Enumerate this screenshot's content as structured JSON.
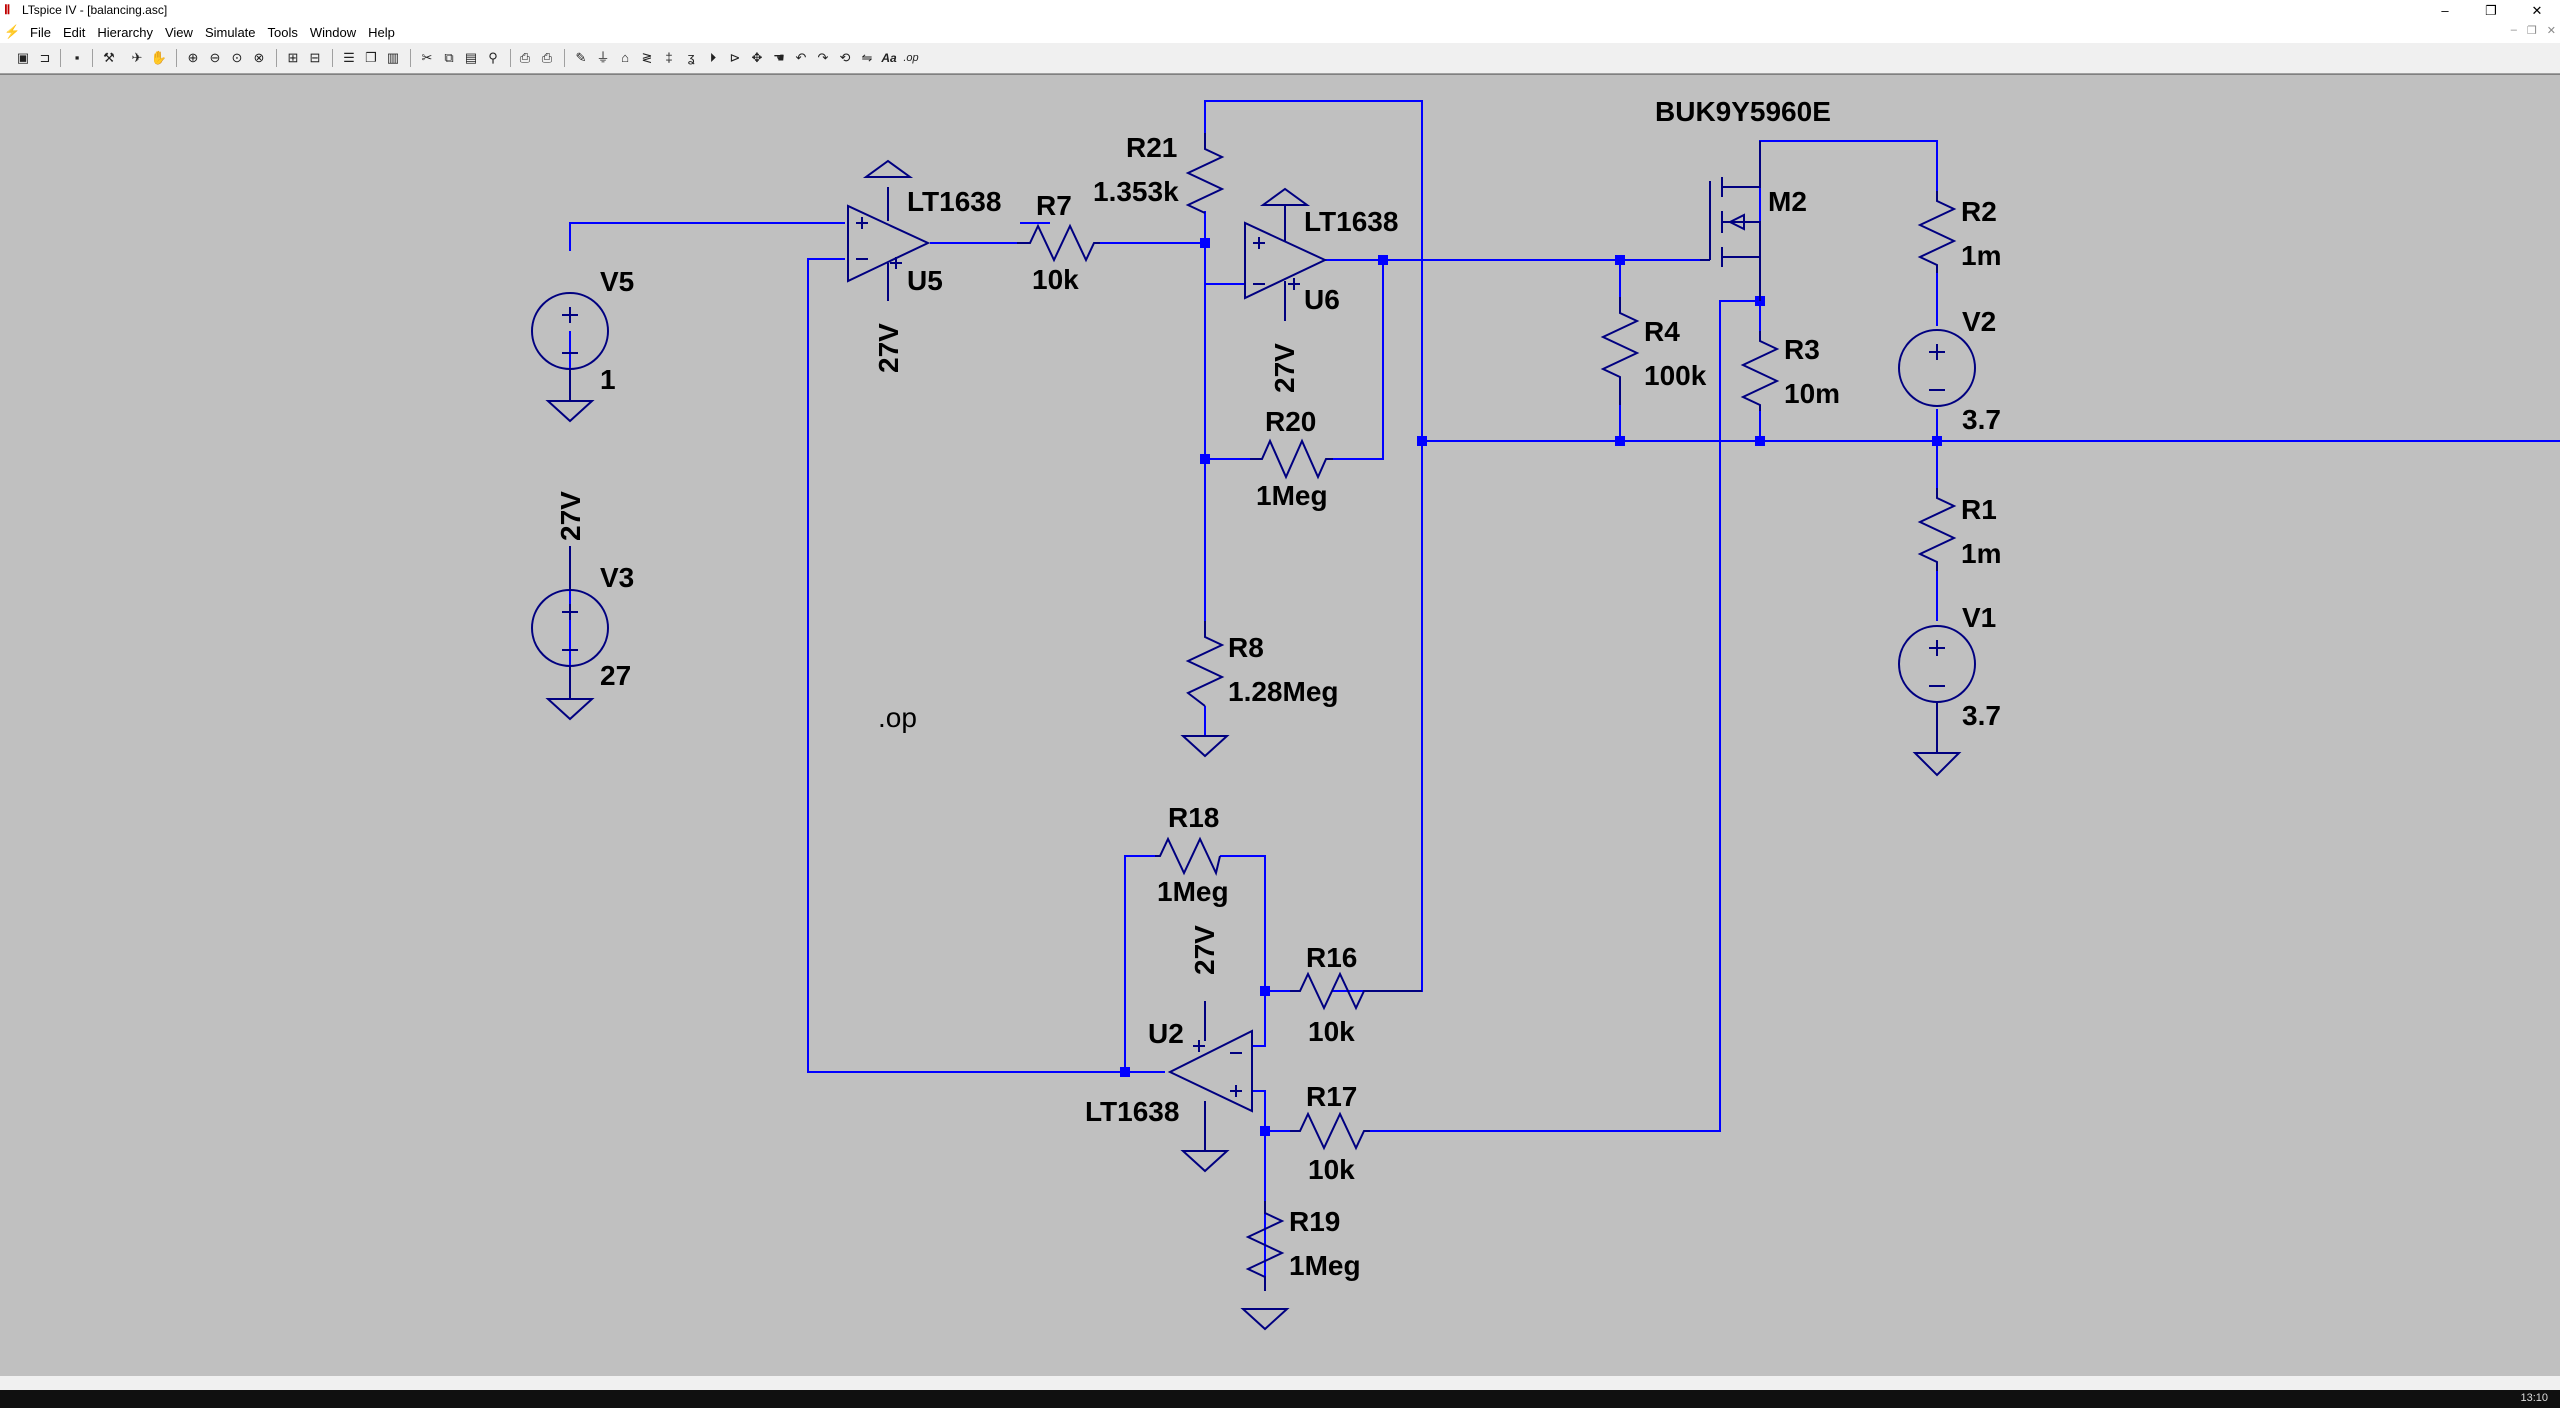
{
  "window": {
    "title": "LTspice IV - [balancing.asc]",
    "minimize": "–",
    "maximize": "❐",
    "close": "✕"
  },
  "menu": [
    "File",
    "Edit",
    "Hierarchy",
    "View",
    "Simulate",
    "Tools",
    "Window",
    "Help"
  ],
  "toolbar": [
    "new-schematic-icon",
    "open-icon",
    "save-icon",
    "control-panel-icon",
    "run-icon",
    "halt-icon",
    "zoom-in-icon",
    "zoom-out-icon",
    "zoom-full-icon",
    "zoom-cancel-icon",
    "autorange-icon",
    "delete-trace-icon",
    "tile-horizontal-icon",
    "cascade-icon",
    "tile-vertical-icon",
    "cut-icon",
    "copy-icon",
    "paste-icon",
    "find-icon",
    "print-preview-icon",
    "print-icon",
    "wire-icon",
    "ground-icon",
    "label-icon",
    "resistor-icon",
    "capacitor-icon",
    "inductor-icon",
    "diode-icon",
    "component-icon",
    "move-icon",
    "drag-icon",
    "undo-icon",
    "redo-icon",
    "rotate-icon",
    "mirror-icon",
    "text-icon",
    "spice-directive-icon"
  ],
  "schematic": {
    "directive": ".op",
    "opamps": [
      {
        "ref": "U5",
        "part": "LT1638",
        "supply": "27V"
      },
      {
        "ref": "U6",
        "part": "LT1638",
        "supply": "27V"
      },
      {
        "ref": "U2",
        "part": "LT1638",
        "supply": "27V"
      }
    ],
    "resistors": [
      {
        "ref": "R21",
        "value": "1.353k"
      },
      {
        "ref": "R7",
        "value": "10k"
      },
      {
        "ref": "R20",
        "value": "1Meg"
      },
      {
        "ref": "R8",
        "value": "1.28Meg"
      },
      {
        "ref": "R4",
        "value": "100k"
      },
      {
        "ref": "R3",
        "value": "10m"
      },
      {
        "ref": "R2",
        "value": "1m"
      },
      {
        "ref": "R1",
        "value": "1m"
      },
      {
        "ref": "R18",
        "value": "1Meg"
      },
      {
        "ref": "R16",
        "value": "10k"
      },
      {
        "ref": "R17",
        "value": "10k"
      },
      {
        "ref": "R19",
        "value": "1Meg"
      }
    ],
    "sources": [
      {
        "ref": "V5",
        "value": "1"
      },
      {
        "ref": "V3",
        "value": "27",
        "label": "27V"
      },
      {
        "ref": "V2",
        "value": "3.7"
      },
      {
        "ref": "V1",
        "value": "3.7"
      }
    ],
    "mosfet": {
      "ref": "M2",
      "part": "BUK9Y5960E"
    }
  },
  "taskbar": {
    "clock": "13:10"
  }
}
